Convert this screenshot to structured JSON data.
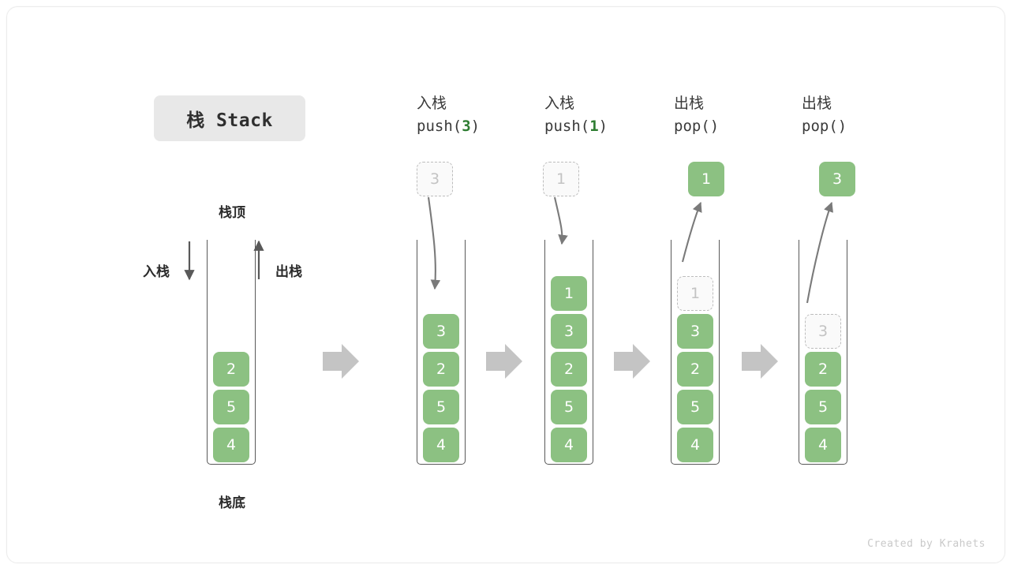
{
  "title": {
    "text": "栈 Stack"
  },
  "annotations": {
    "top_label": "栈顶",
    "bottom_label": "栈底",
    "push_label": "入栈",
    "pop_label": "出栈"
  },
  "credit": "Created by Krahets",
  "colors": {
    "cell_green": "#8cc182",
    "ghost_fill": "#fafafa",
    "ghost_border": "#bdbdbd",
    "arrow_gray": "#c0c0c0",
    "line_gray": "#595959",
    "accent_green_text": "#2e7d32",
    "badge_bg": "#e8e8e8"
  },
  "steps": [
    {
      "id": "initial",
      "head_cn": "",
      "head_op": "",
      "head_arg": "",
      "float": null,
      "cells": [
        "4",
        "5",
        "2"
      ],
      "ghost_top": null
    },
    {
      "id": "push-3",
      "head_cn": "入栈",
      "head_op_pre": "push(",
      "head_arg": "3",
      "head_op_post": ")",
      "float": {
        "value": "3",
        "style": "ghost"
      },
      "cells": [
        "4",
        "5",
        "2",
        "3"
      ],
      "ghost_top": null
    },
    {
      "id": "push-1",
      "head_cn": "入栈",
      "head_op_pre": "push(",
      "head_arg": "1",
      "head_op_post": ")",
      "float": {
        "value": "1",
        "style": "ghost"
      },
      "cells": [
        "4",
        "5",
        "2",
        "3",
        "1"
      ],
      "ghost_top": null
    },
    {
      "id": "pop-1",
      "head_cn": "出栈",
      "head_op_pre": "pop(",
      "head_arg": "",
      "head_op_post": ")",
      "float": {
        "value": "1",
        "style": "solid"
      },
      "cells": [
        "4",
        "5",
        "2",
        "3"
      ],
      "ghost_top": "1"
    },
    {
      "id": "pop-3",
      "head_cn": "出栈",
      "head_op_pre": "pop(",
      "head_arg": "",
      "head_op_post": ")",
      "float": {
        "value": "3",
        "style": "solid"
      },
      "cells": [
        "4",
        "5",
        "2"
      ],
      "ghost_top": "3"
    }
  ]
}
